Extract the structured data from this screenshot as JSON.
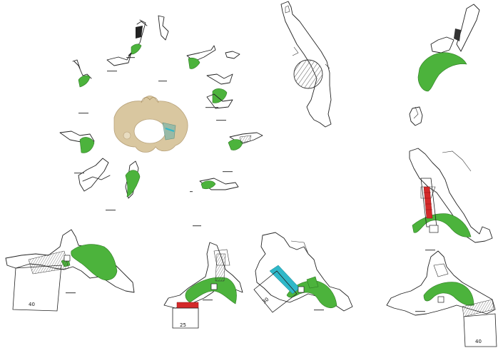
{
  "figure": {
    "colors": {
      "bone_fill": "#4cb33c",
      "outline": "#222222",
      "screw_red": "#d42a2a",
      "screw_cyan": "#2fb8c9",
      "model_tan": "#d9c7a0",
      "hatch": "#555555"
    },
    "dimensions": {
      "bottom_left": "40",
      "bottom_mid_left": "25",
      "bottom_mid_right": "30",
      "bottom_right": "40"
    }
  }
}
